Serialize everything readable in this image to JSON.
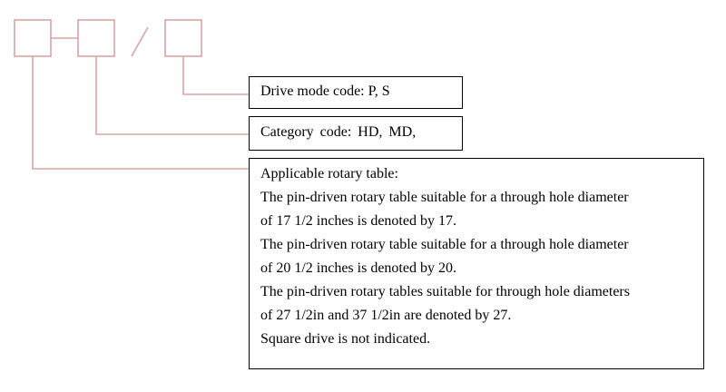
{
  "code_separator": "/",
  "drive_box": {
    "text": "Drive mode code: P, S"
  },
  "category_box": {
    "text": "Category code: HD, MD,"
  },
  "table_box": {
    "lines": [
      "Applicable rotary table:",
      "The pin-driven rotary table suitable for a through hole diameter",
      "of 17 1/2 inches is denoted by 17.",
      "The pin-driven rotary table suitable for a through hole diameter",
      "of 20 1/2 inches is denoted by 20.",
      "The pin-driven rotary tables suitable for through hole diameters",
      "of 27 1/2in and 37 1/2in are denoted by 27.",
      "Square drive is not indicated."
    ]
  },
  "colors": {
    "connector": "#d9a3a3",
    "box_border": "#000000",
    "text": "#000000"
  }
}
